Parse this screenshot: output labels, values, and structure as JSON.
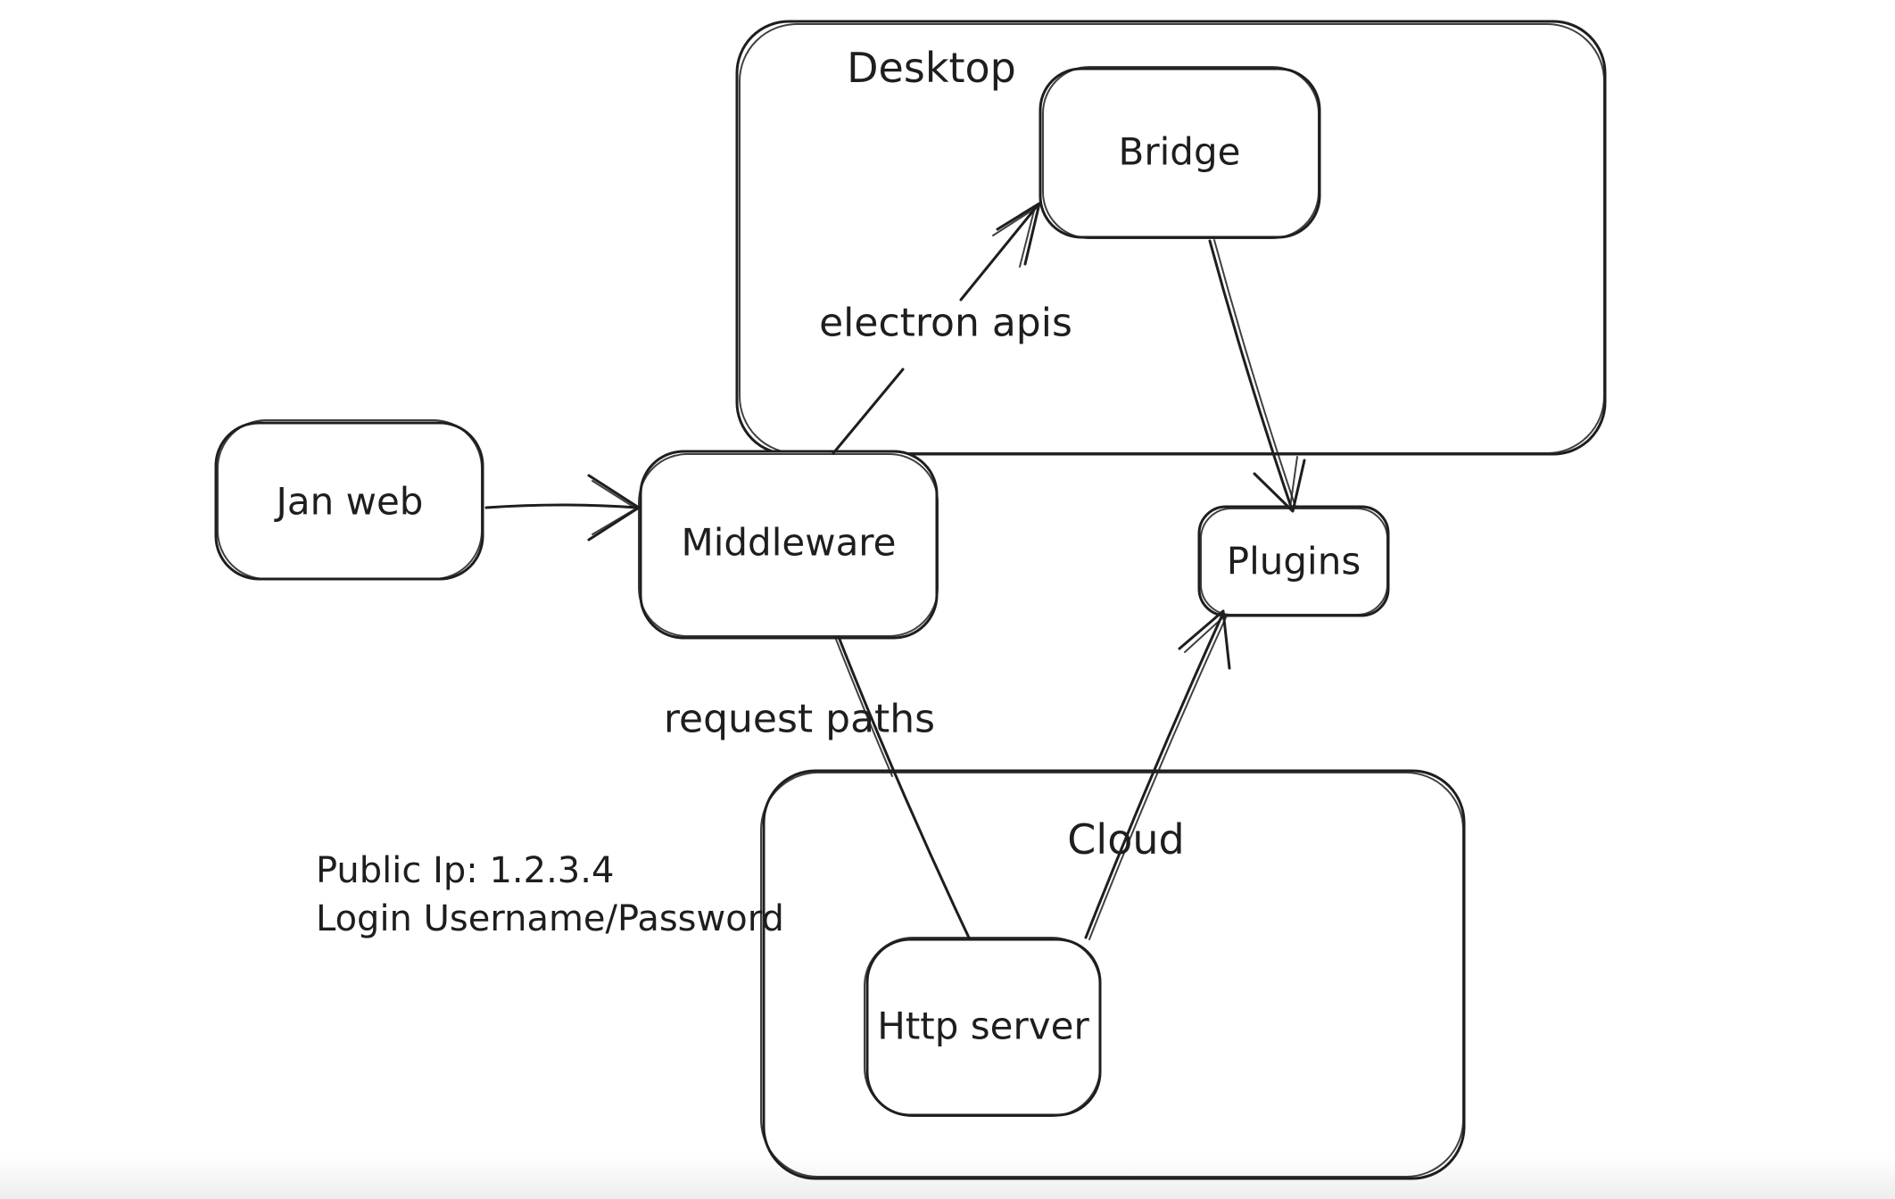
{
  "app": {
    "background_color": "#ffffff",
    "ink_color": "#1e1e1e"
  },
  "containers": [
    {
      "id": "desktop",
      "label": "Desktop"
    },
    {
      "id": "cloud",
      "label": "Cloud"
    }
  ],
  "nodes": [
    {
      "id": "jan-web",
      "label": "Jan web"
    },
    {
      "id": "middleware",
      "label": "Middleware"
    },
    {
      "id": "bridge",
      "label": "Bridge"
    },
    {
      "id": "plugins",
      "label": "Plugins"
    },
    {
      "id": "http-server",
      "label": "Http server"
    }
  ],
  "edges": [
    {
      "id": "jan-web-to-middleware",
      "from": "Jan web",
      "to": "Middleware",
      "label": "",
      "arrowhead": "end"
    },
    {
      "id": "middleware-to-bridge",
      "from": "Middleware",
      "to": "Bridge",
      "label": "electron apis",
      "arrowhead": "end"
    },
    {
      "id": "bridge-to-plugins",
      "from": "Bridge",
      "to": "Plugins",
      "label": "",
      "arrowhead": "end"
    },
    {
      "id": "middleware-to-http-server",
      "from": "Middleware",
      "to": "Http server",
      "label": "request paths",
      "arrowhead": "none"
    },
    {
      "id": "http-server-to-plugins",
      "from": "Http server",
      "to": "Plugins",
      "label": "",
      "arrowhead": "end"
    }
  ],
  "notes": [
    {
      "id": "cloud-credentials",
      "lines": [
        "Public Ip: 1.2.3.4",
        "Login Username/Password"
      ]
    }
  ]
}
